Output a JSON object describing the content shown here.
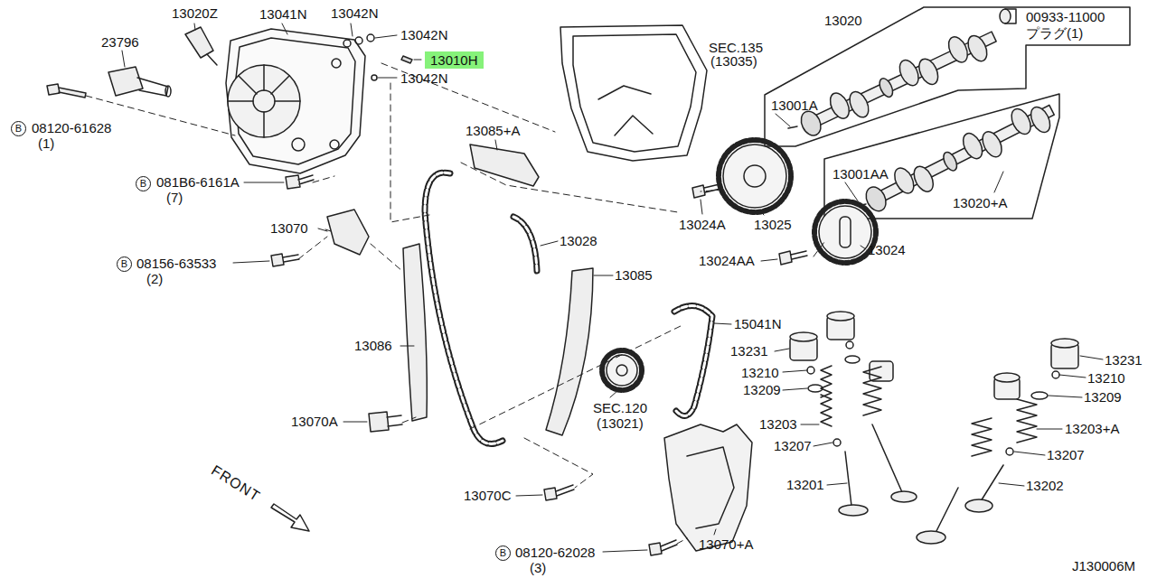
{
  "diagram": {
    "labels": [
      "13020Z",
      "13041N",
      "13042N",
      "13042N",
      "13010H",
      "13042N",
      "SEC.135",
      "(13035)",
      "13020",
      "00933-11000",
      "プラグ(1)",
      "23796",
      "B",
      "08120-61628",
      "(1)",
      "13085+A",
      "13001A",
      "13001AA",
      "13020+A",
      "B",
      "081B6-6161A",
      "(7)",
      "13025",
      "13024A",
      "13024",
      "13024AA",
      "13070",
      "B",
      "08156-63533",
      "(2)",
      "13028",
      "13085",
      "15041N",
      "13231",
      "13210",
      "13209",
      "13231",
      "13210",
      "13209",
      "13086",
      "SEC.120",
      "(13021)",
      "13203",
      "13203+A",
      "13207",
      "13207",
      "13070A",
      "13201",
      "13202",
      "FRONT",
      "13070C",
      "13070+A",
      "B",
      "08120-62028",
      "(3)",
      "J130006M"
    ]
  }
}
